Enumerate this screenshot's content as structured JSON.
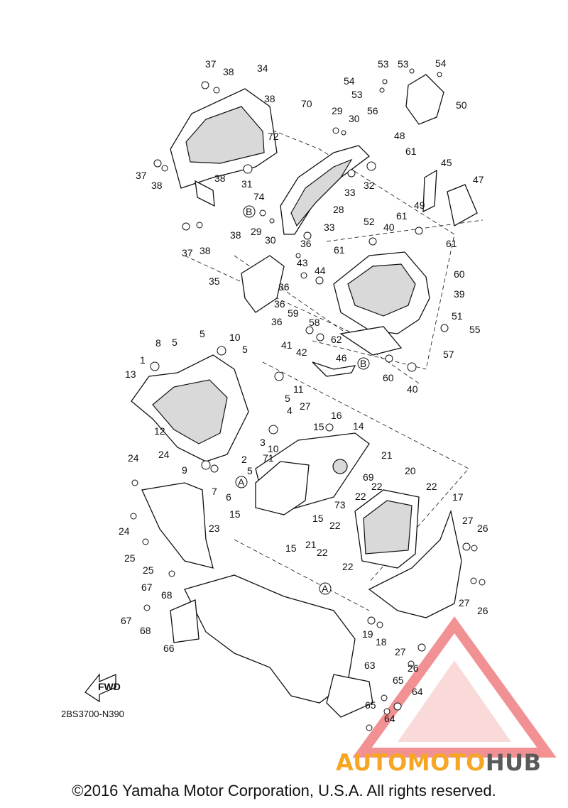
{
  "diagram_code": "2BS3700-N390",
  "fwd_label": "FWD",
  "copyright": "©2016 Yamaha Motor Corporation, U.S.A. All rights reserved.",
  "watermark": {
    "part1": "AUTOMOTO",
    "part2": "HUB",
    "color_primary": "#f6a623",
    "color_secondary": "#5a5a5a",
    "logo_color": "#e8393b"
  },
  "callouts": [
    "1",
    "2",
    "3",
    "4",
    "5",
    "6",
    "7",
    "8",
    "9",
    "10",
    "11",
    "12",
    "13",
    "14",
    "15",
    "16",
    "17",
    "18",
    "19",
    "20",
    "21",
    "22",
    "23",
    "24",
    "25",
    "26",
    "27",
    "28",
    "29",
    "30",
    "31",
    "32",
    "33",
    "34",
    "35",
    "36",
    "37",
    "38",
    "39",
    "40",
    "41",
    "42",
    "43",
    "44",
    "45",
    "46",
    "47",
    "48",
    "49",
    "50",
    "51",
    "52",
    "53",
    "54",
    "55",
    "56",
    "57",
    "58",
    "59",
    "60",
    "61",
    "62",
    "63",
    "64",
    "65",
    "66",
    "67",
    "68",
    "69",
    "70",
    "71",
    "72",
    "73",
    "74"
  ],
  "reference_marks": [
    "A",
    "B"
  ]
}
